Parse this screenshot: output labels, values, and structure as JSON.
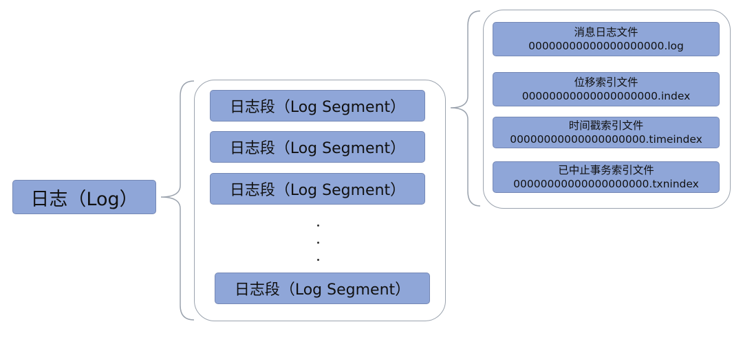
{
  "root": {
    "label": "日志（Log）"
  },
  "segments": [
    {
      "label": "日志段（Log Segment）"
    },
    {
      "label": "日志段（Log Segment）"
    },
    {
      "label": "日志段（Log Segment）"
    },
    {
      "label": "日志段（Log Segment）"
    }
  ],
  "segment_ellipsis": "⋮",
  "files": [
    {
      "title": "消息日志文件",
      "filename": "00000000000000000000.log"
    },
    {
      "title": "位移索引文件",
      "filename": "00000000000000000000.index"
    },
    {
      "title": "时间戳索引文件",
      "filename": "00000000000000000000.timeindex"
    },
    {
      "title": "已中止事务索引文件",
      "filename": "00000000000000000000.txnindex"
    }
  ],
  "colors": {
    "node_fill": "#8fa6d8",
    "node_border": "#7487b5",
    "group_border": "#9aa2ad"
  }
}
